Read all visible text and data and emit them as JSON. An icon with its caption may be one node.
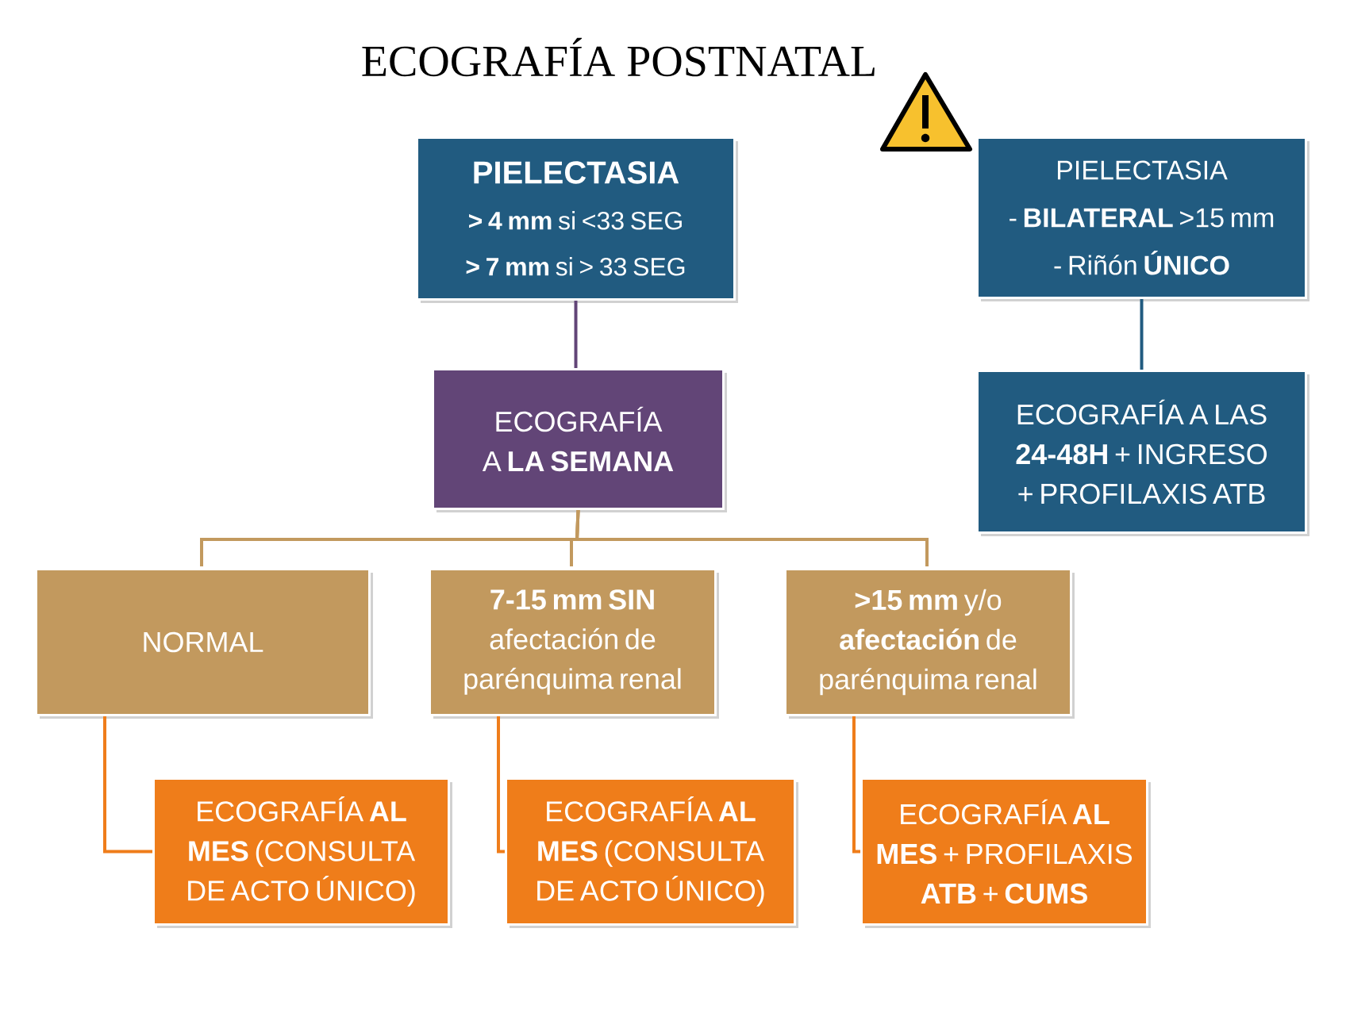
{
  "diagram": {
    "title": "ECOGRAFÍA POSTNATAL",
    "nodes": [
      {
        "text": [
          "PIELECTASIA",
          "**> 4 mm** si <33 SEG",
          "**> 7 mm** si > 33 SEG"
        ]
      },
      {
        "text": [
          "ECOGRAFÍA A **LA SEMANA**"
        ]
      },
      {
        "text": [
          "NORMAL"
        ]
      },
      {
        "text": [
          "**7-15 mm SIN** afectación de parénquima renal"
        ]
      },
      {
        "text": [
          "**>15 mm** y/o **afectación** de parénquima renal"
        ]
      },
      {
        "text": [
          "ECOGRAFÍA **AL MES** (CONSULTA DE ACTO ÚNICO)"
        ]
      },
      {
        "text": [
          "ECOGRAFÍA **AL MES** (CONSULTA DE ACTO ÚNICO)"
        ]
      },
      {
        "text": [
          "ECOGRAFÍA **AL MES** + PROFILAXIS **ATB** + **CUMS**"
        ]
      },
      {
        "text": [
          "PIELECTASIA",
          "- **BILATERAL** >15 mm",
          "- Riñón **ÚNICO**"
        ]
      },
      {
        "text": [
          "ECOGRAFÍA A LAS **24-48H** + INGRESO + PROFILAXIS ATB"
        ]
      }
    ],
    "edges": [
      {
        "from": 0,
        "to": 1,
        "arrow": "none",
        "color": "#624577"
      },
      {
        "from": 1,
        "to": 2,
        "arrow": "none",
        "color": "#c2995e"
      },
      {
        "from": 1,
        "to": 3,
        "arrow": "none",
        "color": "#c2995e"
      },
      {
        "from": 1,
        "to": 4,
        "arrow": "none",
        "color": "#c2995e"
      },
      {
        "from": 2,
        "to": 5,
        "arrow": "none",
        "color": "#ef7d1a"
      },
      {
        "from": 3,
        "to": 6,
        "arrow": "none",
        "color": "#ef7d1a"
      },
      {
        "from": 4,
        "to": 7,
        "arrow": "none",
        "color": "#ef7d1a"
      },
      {
        "from": 8,
        "to": 9,
        "arrow": "none",
        "color": "#215b80"
      }
    ]
  }
}
